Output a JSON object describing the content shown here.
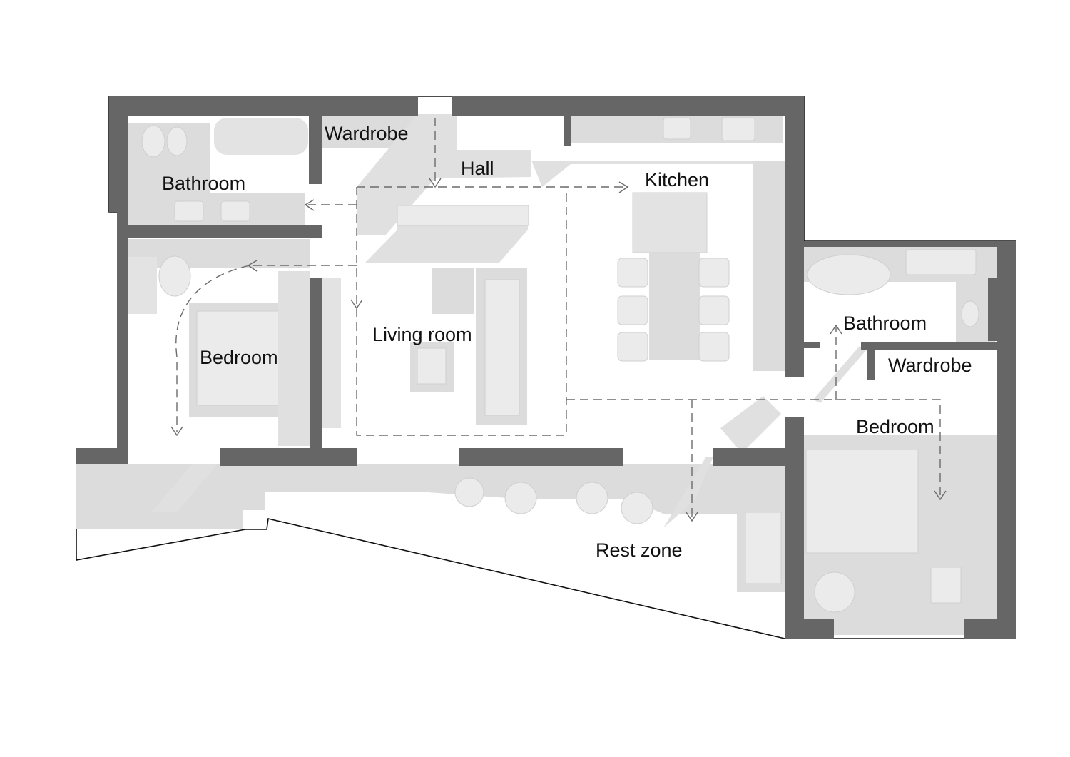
{
  "rooms": {
    "wardrobe_top": "Wardrobe",
    "hall": "Hall",
    "bathroom_left": "Bathroom",
    "kitchen": "Kitchen",
    "living_room": "Living room",
    "bedroom_left": "Bedroom",
    "bathroom_right": "Bathroom",
    "wardrobe_right": "Wardrobe",
    "bedroom_right": "Bedroom",
    "rest_zone": "Rest zone"
  },
  "colors": {
    "wall": "#666666",
    "furniture": "#dcdcdc",
    "route": "#6b6b6b",
    "outline": "#111111",
    "background": "#ffffff"
  }
}
